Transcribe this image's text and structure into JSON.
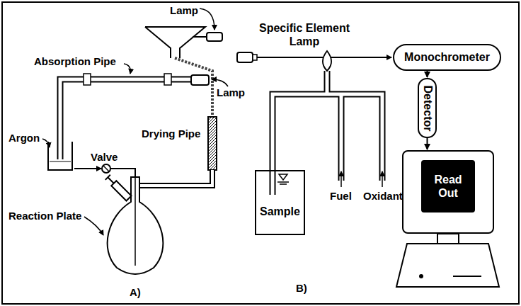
{
  "diagram": {
    "nodes": [
      {
        "text": [
          "Sample"
        ]
      },
      {
        "text": [
          "Monochrometer"
        ]
      },
      {
        "text": [
          "Detector"
        ]
      },
      {
        "text": [
          "Read Out"
        ]
      }
    ],
    "edges": [
      {
        "from": 1,
        "to": 2,
        "arrow": "to"
      },
      {
        "from": 2,
        "to": 3,
        "arrow": "to"
      }
    ],
    "labels": [
      "Lamp",
      "Absorption Pipe",
      "Lamp",
      "Argon",
      "Drying Pipe",
      "Valve",
      "Reaction Plate",
      "A)",
      "Specific Element Lamp",
      "Fuel",
      "Oxidant",
      "B)"
    ]
  }
}
